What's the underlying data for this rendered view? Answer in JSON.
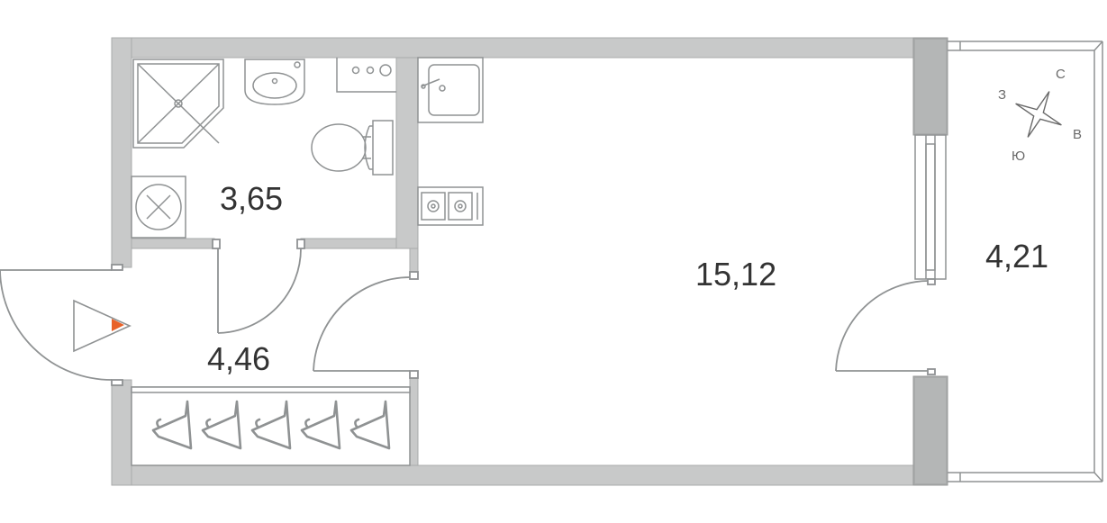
{
  "plan": {
    "rooms": {
      "bathroom": {
        "area": "3,65"
      },
      "hallway": {
        "area": "4,46"
      },
      "living_room": {
        "area": "15,12"
      },
      "balcony": {
        "area": "4,21"
      }
    },
    "compass": {
      "north": "С",
      "west": "З",
      "east": "В",
      "south": "Ю"
    },
    "colors": {
      "wall": "#c8c9c9",
      "wall_stroke": "#a9abab",
      "line": "#8f9293",
      "entry_marker": "#e8622a",
      "text": "#333333"
    }
  }
}
